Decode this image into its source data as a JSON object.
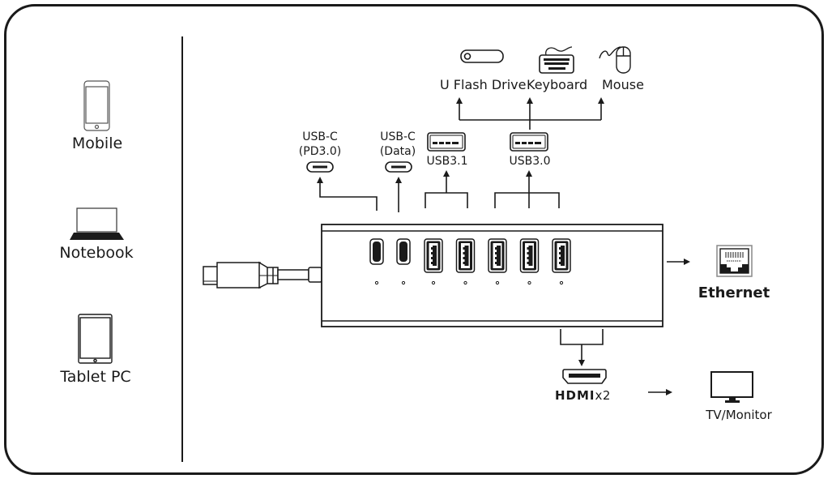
{
  "devices": [
    {
      "label": "Mobile",
      "icon": "mobile-phone-icon"
    },
    {
      "label": "Notebook",
      "icon": "laptop-icon"
    },
    {
      "label": "Tablet PC",
      "icon": "tablet-icon"
    }
  ],
  "accessories": [
    {
      "label": "U Flash Drive",
      "icon": "usb-flash-drive-icon"
    },
    {
      "label": "Keyboard",
      "icon": "keyboard-icon"
    },
    {
      "label": "Mouse",
      "icon": "mouse-icon"
    }
  ],
  "ports": {
    "usbc_pd": {
      "line1": "USB-C",
      "line2": "(PD3.0)",
      "icon": "usb-c-port-icon"
    },
    "usbc_data": {
      "line1": "USB-C",
      "line2": "(Data)",
      "icon": "usb-c-port-icon"
    },
    "usb31": {
      "label": "USB3.1",
      "icon": "usb-a-port-icon"
    },
    "usb30": {
      "label": "USB3.0",
      "icon": "usb-a-port-icon"
    }
  },
  "outputs": {
    "ethernet": {
      "label": "Ethernet",
      "icon": "ethernet-rj45-icon"
    },
    "hdmi": {
      "logo": "HDMI",
      "suffix": "x2",
      "icon": "hdmi-port-icon"
    },
    "tv": {
      "label": "TV/Monitor",
      "icon": "monitor-icon"
    }
  },
  "hub": {
    "usb_c_ports": 2,
    "usb_a_ports": 5
  },
  "colors": {
    "line": "#1a1a1a",
    "background": "#ffffff"
  }
}
